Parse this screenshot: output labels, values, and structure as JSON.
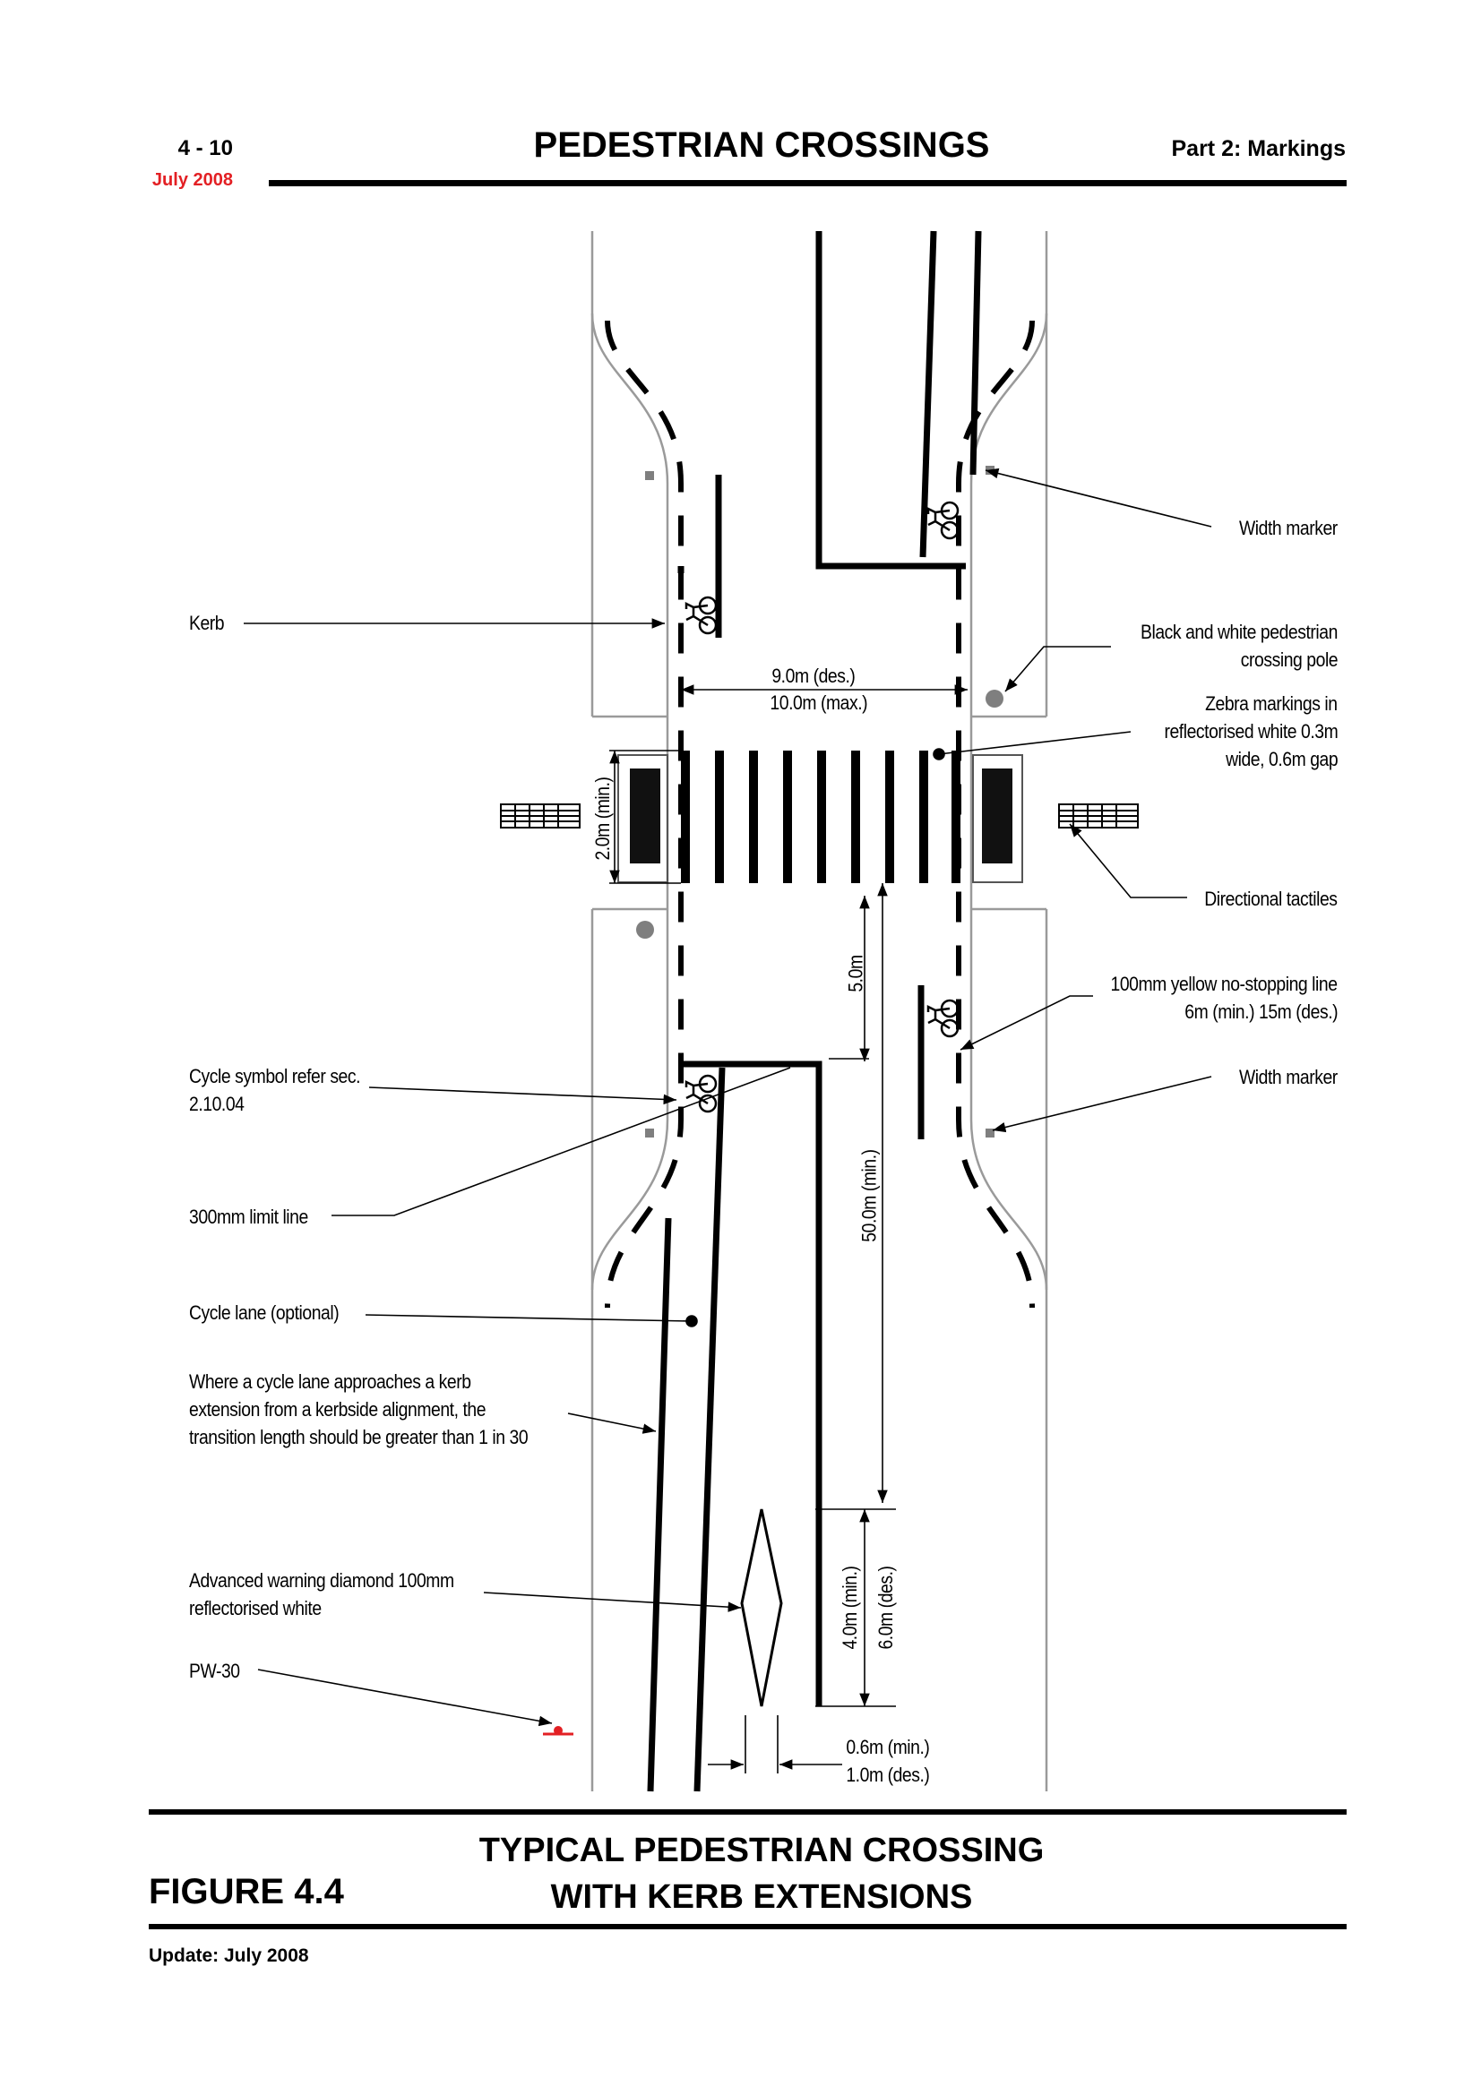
{
  "header": {
    "page_number": "4 - 10",
    "date": "July 2008",
    "title": "PEDESTRIAN CROSSINGS",
    "part": "Part 2: Markings"
  },
  "labels_left": {
    "kerb": "Kerb",
    "cycle_symbol": [
      "Cycle symbol refer sec.",
      "2.10.04"
    ],
    "limit_line": "300mm limit line",
    "cycle_lane": "Cycle lane (optional)",
    "transition": [
      "Where a cycle lane approaches a kerb",
      "extension from a kerbside alignment, the",
      "transition length should be greater than 1 in 30"
    ],
    "warning_diamond": [
      "Advanced warning diamond 100mm",
      "reflectorised white"
    ],
    "pw30": "PW-30"
  },
  "labels_right": {
    "width_marker_top": "Width marker",
    "pole": [
      "Black and white pedestrian",
      "crossing pole"
    ],
    "zebra": [
      "Zebra markings in",
      "reflectorised white 0.3m",
      "wide, 0.6m gap"
    ],
    "tactiles": "Directional tactiles",
    "no_stopping": [
      "100mm yellow no-stopping line",
      "6m (min.) 15m (des.)"
    ],
    "width_marker_bottom": "Width marker"
  },
  "dimensions": {
    "width_des": "9.0m (des.)",
    "width_max": "10.0m (max.)",
    "crossing_depth": "2.0m (min.)",
    "limit_offset": "5.0m",
    "approach": "50.0m (min.)",
    "diamond_min": "4.0m (min.)",
    "diamond_des": "6.0m (des.)",
    "gap_min": "0.6m (min.)",
    "gap_des": "1.0m (des.)"
  },
  "figure": {
    "number": "FIGURE 4.4",
    "title_line1": "TYPICAL PEDESTRIAN CROSSING",
    "title_line2": "WITH KERB EXTENSIONS"
  },
  "footer": {
    "update": "Update: July 2008"
  },
  "colors": {
    "header_date": "#e32024",
    "kerb_line": "#9a9a9a",
    "marker": "#7f7f7f",
    "pw30_sign": "#e32024"
  }
}
